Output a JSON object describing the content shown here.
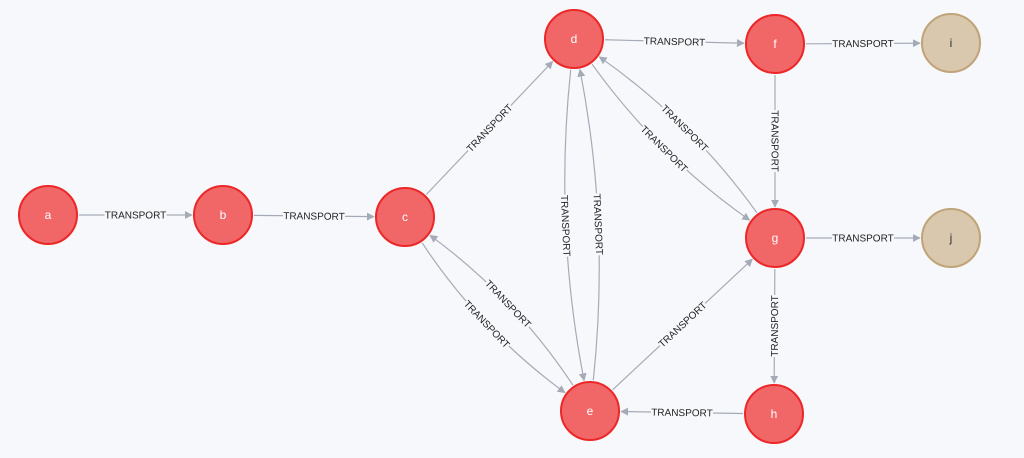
{
  "graph": {
    "colors": {
      "active_fill": "#f16667",
      "active_stroke": "#eb2728",
      "leaf_fill": "#d9c8ae",
      "leaf_stroke": "#c0a378",
      "edge": "#a5abb6",
      "background": "#f7f8fb"
    },
    "nodes": [
      {
        "id": "a",
        "label": "a",
        "kind": "active"
      },
      {
        "id": "b",
        "label": "b",
        "kind": "active"
      },
      {
        "id": "c",
        "label": "c",
        "kind": "active"
      },
      {
        "id": "d",
        "label": "d",
        "kind": "active"
      },
      {
        "id": "e",
        "label": "e",
        "kind": "active"
      },
      {
        "id": "f",
        "label": "f",
        "kind": "active"
      },
      {
        "id": "g",
        "label": "g",
        "kind": "active"
      },
      {
        "id": "h",
        "label": "h",
        "kind": "active"
      },
      {
        "id": "i",
        "label": "i",
        "kind": "leaf"
      },
      {
        "id": "j",
        "label": "j",
        "kind": "leaf"
      }
    ],
    "edges": [
      {
        "from": "a",
        "to": "b",
        "label": "TRANSPORT"
      },
      {
        "from": "b",
        "to": "c",
        "label": "TRANSPORT"
      },
      {
        "from": "c",
        "to": "d",
        "label": "TRANSPORT"
      },
      {
        "from": "c",
        "to": "e",
        "label": "TRANSPORT"
      },
      {
        "from": "e",
        "to": "c",
        "label": "TRANSPORT"
      },
      {
        "from": "d",
        "to": "f",
        "label": "TRANSPORT"
      },
      {
        "from": "f",
        "to": "i",
        "label": "TRANSPORT"
      },
      {
        "from": "d",
        "to": "g",
        "label": "TRANSPORT"
      },
      {
        "from": "g",
        "to": "d",
        "label": "TRANSPORT"
      },
      {
        "from": "d",
        "to": "e",
        "label": "TRANSPORT"
      },
      {
        "from": "e",
        "to": "d",
        "label": "TRANSPORT"
      },
      {
        "from": "f",
        "to": "g",
        "label": "TRANSPORT"
      },
      {
        "from": "g",
        "to": "j",
        "label": "TRANSPORT"
      },
      {
        "from": "g",
        "to": "h",
        "label": "TRANSPORT"
      },
      {
        "from": "h",
        "to": "e",
        "label": "TRANSPORT"
      },
      {
        "from": "e",
        "to": "g",
        "label": "TRANSPORT"
      }
    ]
  }
}
